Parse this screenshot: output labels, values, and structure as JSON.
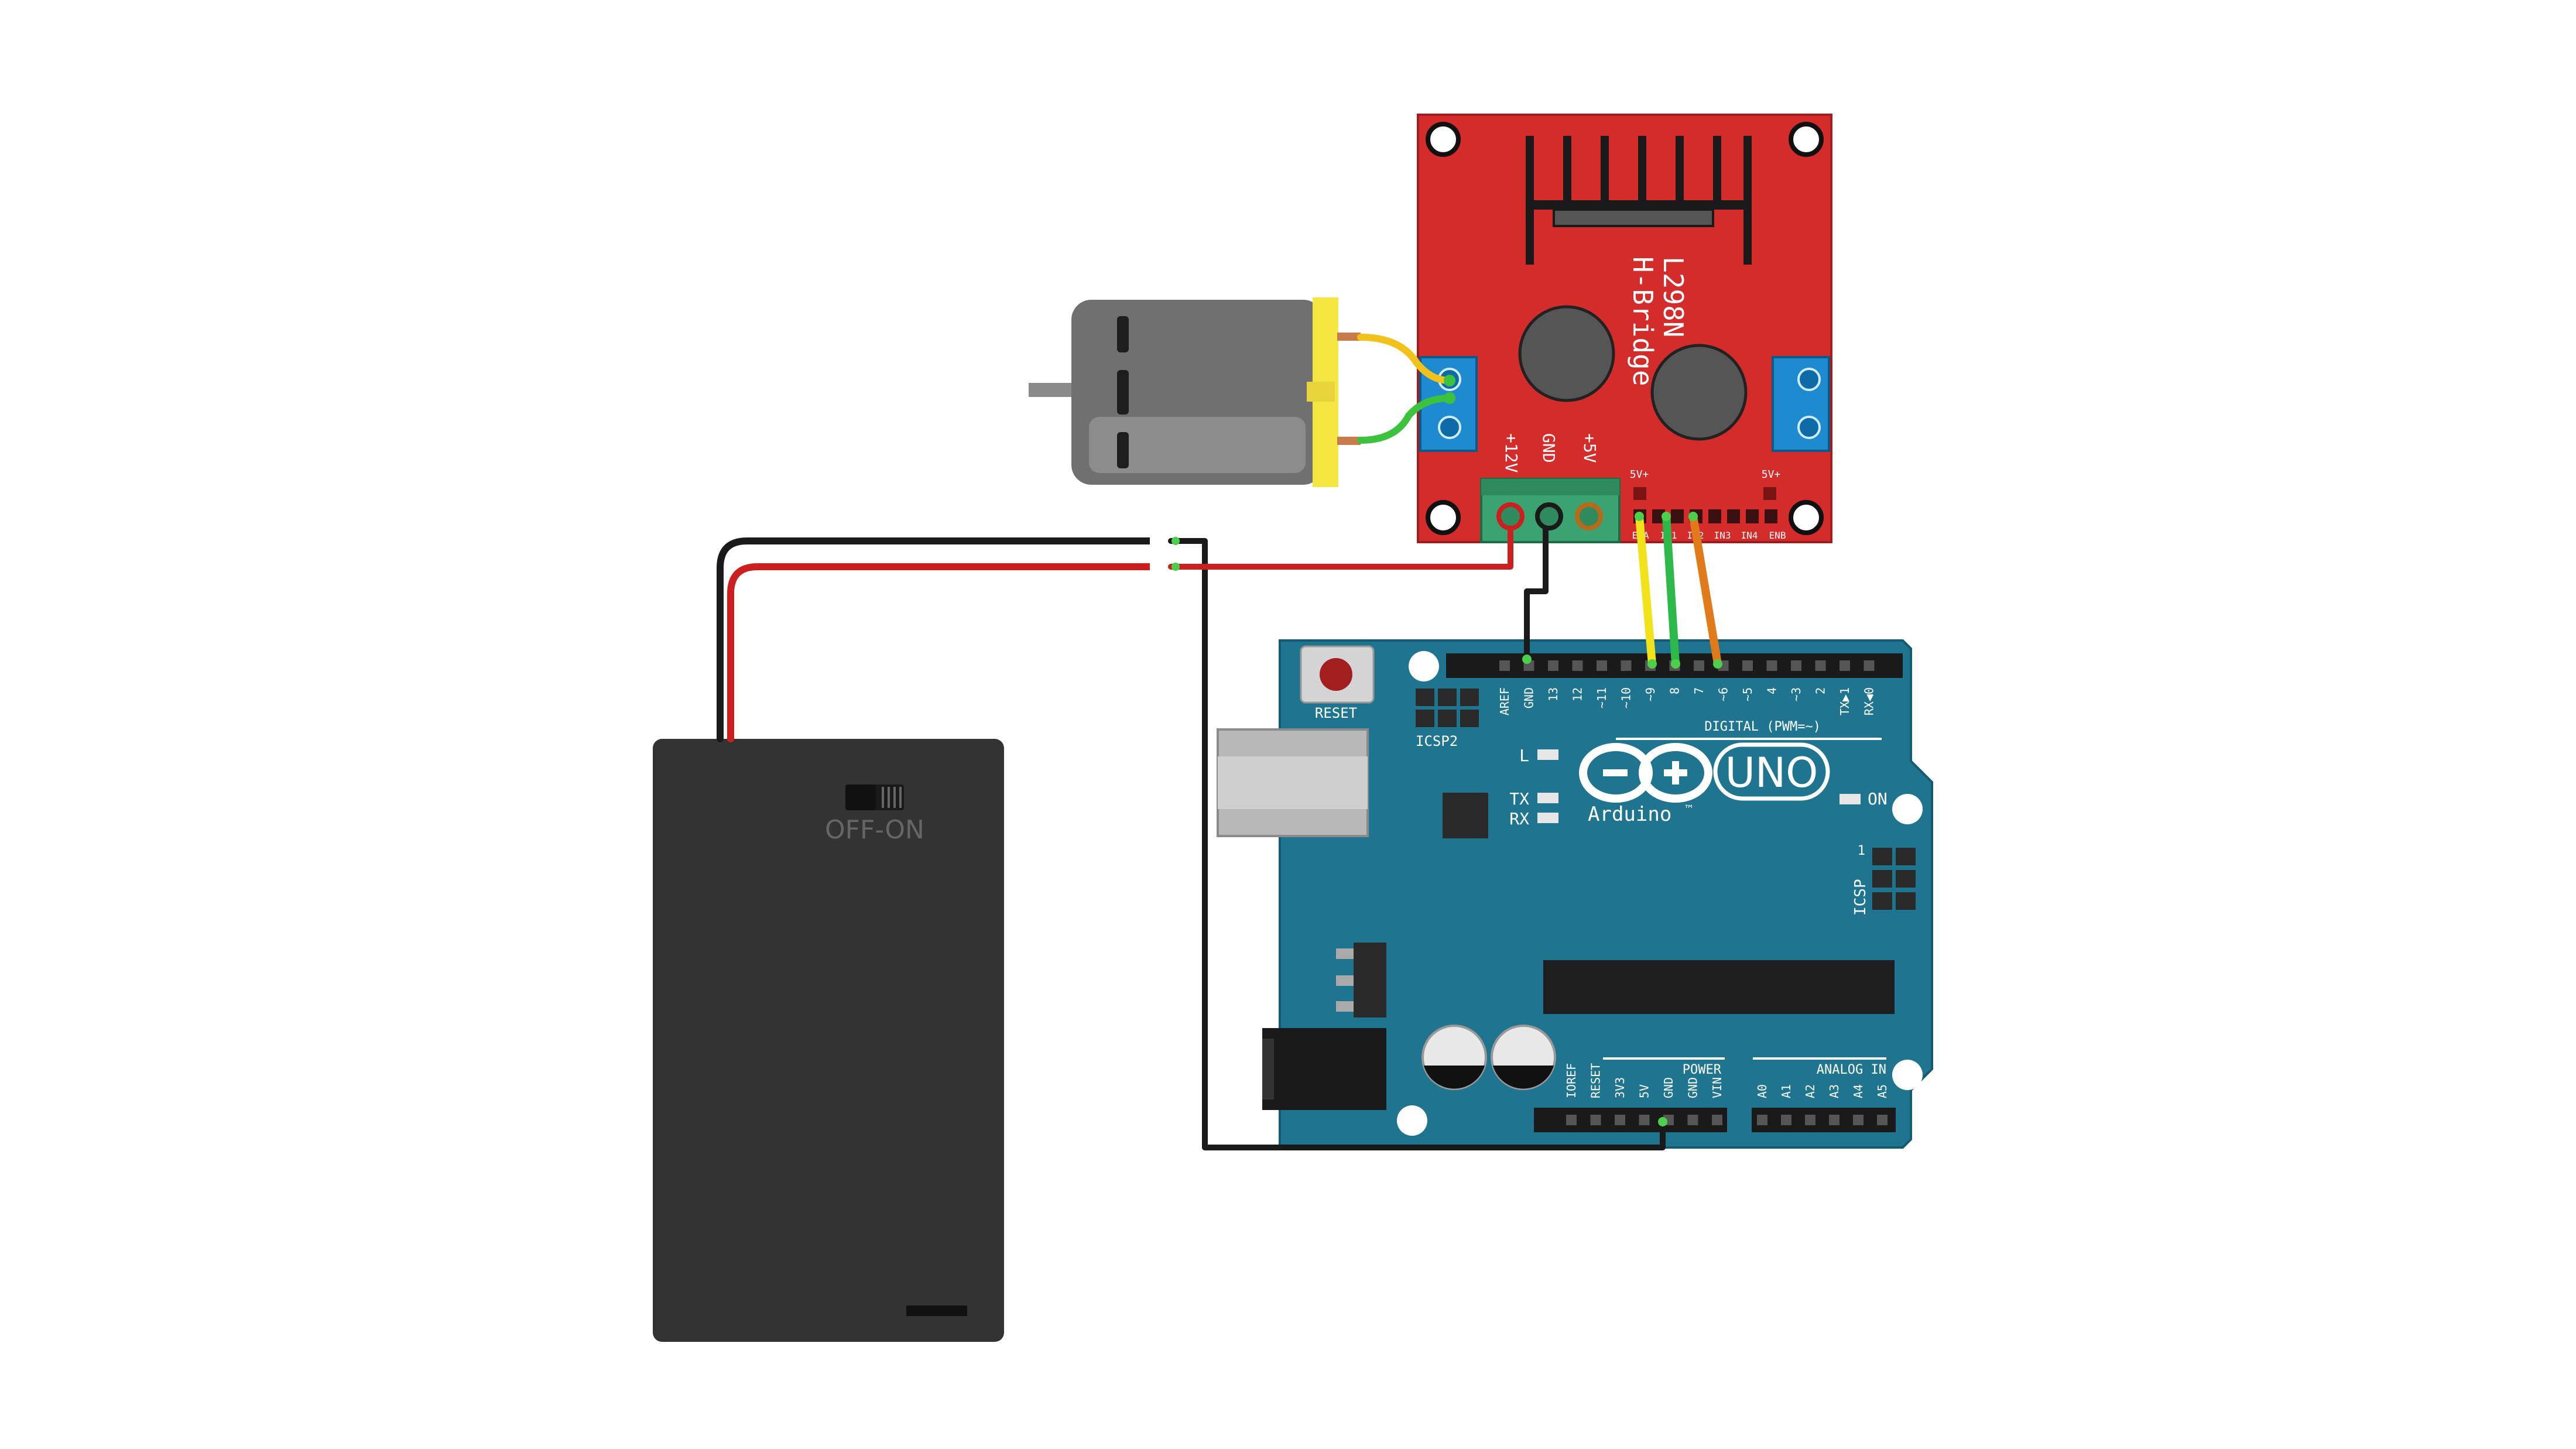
{
  "hbridge": {
    "title_line1": "L298N",
    "title_line2": "H-Bridge",
    "pin_12v": "+12V",
    "pin_gnd": "GND",
    "pin_5v": "+5V",
    "pin_5v_a": "5V+",
    "pin_5v_b": "5V+",
    "pin_ena": "ENA",
    "pin_in1": "IN1",
    "pin_in2": "IN2",
    "pin_in3": "IN3",
    "pin_in4": "IN4",
    "pin_enb": "ENB",
    "color": "#d42b2b"
  },
  "arduino": {
    "brand": "Arduino",
    "trademark": "™",
    "model": "UNO",
    "reset_label": "RESET",
    "icsp2_label": "ICSP2",
    "icsp_label": "ICSP",
    "icsp_pin1": "1",
    "led_l": "L",
    "led_tx": "TX",
    "led_rx": "RX",
    "led_on": "ON",
    "digital_header": "DIGITAL (PWM=~)",
    "power_header": "POWER",
    "analog_header": "ANALOG IN",
    "digital_pins": [
      "AREF",
      "GND",
      "13",
      "12",
      "~11",
      "~10",
      "~9",
      "8",
      "7",
      "~6",
      "~5",
      "4",
      "~3",
      "2",
      "TX▶1",
      "RX◀0"
    ],
    "power_pins": [
      "IOREF",
      "RESET",
      "3V3",
      "5V",
      "GND",
      "GND",
      "VIN"
    ],
    "analog_pins": [
      "A0",
      "A1",
      "A2",
      "A3",
      "A4",
      "A5"
    ],
    "color": "#1f7490"
  },
  "battery": {
    "switch_label": "OFF-ON",
    "color": "#333333"
  },
  "motor": {
    "body_color": "#707070",
    "cap_color": "#f5e642"
  },
  "wires": {
    "red": "#cc1f1f",
    "black": "#1a1a1a",
    "yellow": "#f2e21a",
    "green": "#2db84a",
    "orange": "#e07a1a",
    "motor_yellow": "#f2c21a",
    "motor_green": "#3cc23c"
  }
}
